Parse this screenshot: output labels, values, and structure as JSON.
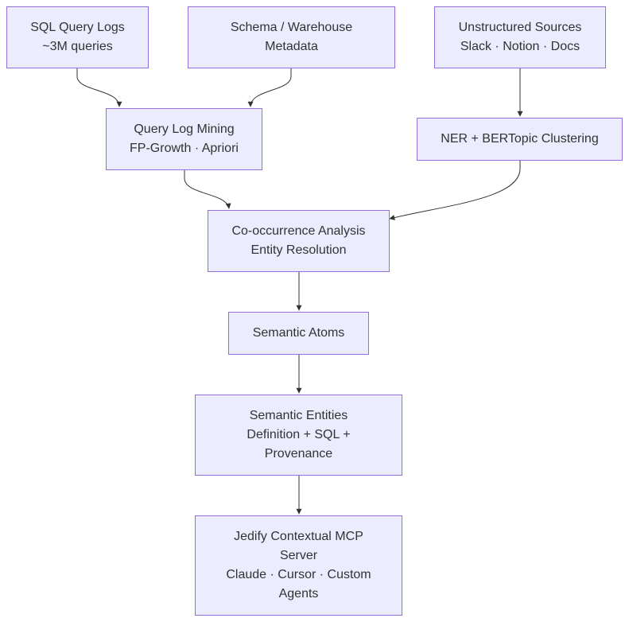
{
  "diagram": {
    "nodes": {
      "sql_logs": {
        "lines": [
          "SQL Query Logs",
          "~3M queries"
        ]
      },
      "schema": {
        "lines": [
          "Schema / Warehouse",
          "Metadata"
        ]
      },
      "unstructured": {
        "lines": [
          "Unstructured Sources",
          "Slack · Notion · Docs"
        ]
      },
      "query_log_mining": {
        "lines": [
          "Query Log Mining",
          "FP-Growth · Apriori"
        ]
      },
      "ner": {
        "lines": [
          "NER + BERTopic Clustering"
        ]
      },
      "cooccurrence": {
        "lines": [
          "Co-occurrence Analysis",
          "Entity Resolution"
        ]
      },
      "atoms": {
        "lines": [
          "Semantic Atoms"
        ]
      },
      "entities": {
        "lines": [
          "Semantic Entities",
          "Definition + SQL +",
          "Provenance"
        ]
      },
      "mcp": {
        "lines": [
          "Jedify Contextual MCP",
          "Server",
          "Claude · Cursor · Custom",
          "Agents"
        ]
      }
    },
    "edges": [
      {
        "from": "sql_logs",
        "to": "query_log_mining"
      },
      {
        "from": "schema",
        "to": "query_log_mining"
      },
      {
        "from": "unstructured",
        "to": "ner"
      },
      {
        "from": "query_log_mining",
        "to": "cooccurrence"
      },
      {
        "from": "ner",
        "to": "cooccurrence"
      },
      {
        "from": "cooccurrence",
        "to": "atoms"
      },
      {
        "from": "atoms",
        "to": "entities"
      },
      {
        "from": "entities",
        "to": "mcp"
      }
    ],
    "colors": {
      "node_fill": "#ECECFF",
      "node_border": "#9370DB",
      "edge": "#333333",
      "text": "#333333"
    }
  }
}
